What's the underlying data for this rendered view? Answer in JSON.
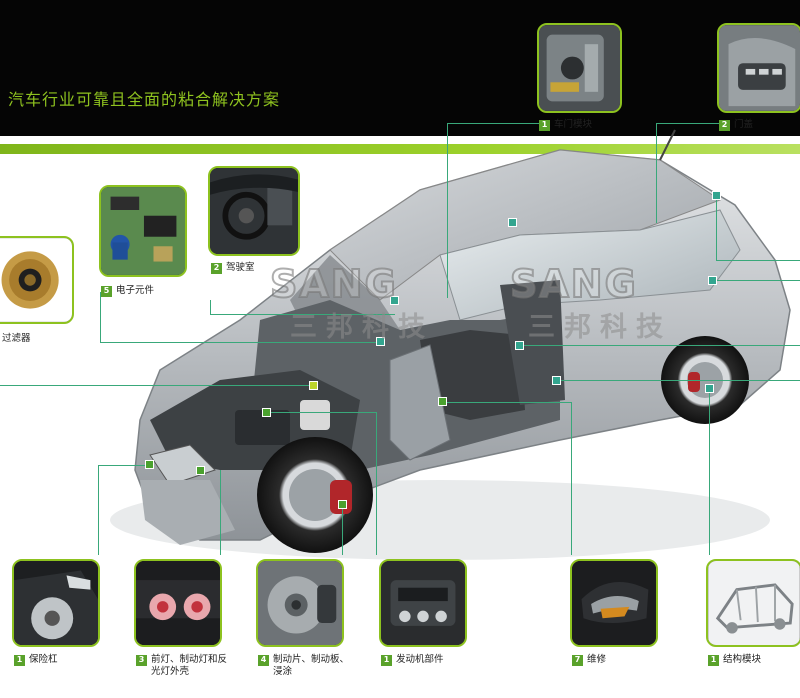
{
  "header": {
    "title": "汽车行业可靠且全面的粘合解决方案"
  },
  "colors": {
    "header_bg": "#050505",
    "accent_green": "#8dc21f",
    "title_green": "#8fc31f",
    "number_badge": "#5aa22b",
    "leader_teal": "#39a87a"
  },
  "watermark": {
    "latin": "SANG",
    "chinese": "三邦科技"
  },
  "callouts": {
    "door_module": {
      "num": "1",
      "label": "车门模块"
    },
    "door_trim": {
      "num": "2",
      "label": "门盖"
    },
    "cockpit": {
      "num": "2",
      "label": "驾驶室"
    },
    "electronics": {
      "num": "5",
      "label": "电子元件"
    },
    "filter": {
      "label": "过滤器"
    },
    "bumper": {
      "num": "1",
      "label": "保险杠"
    },
    "lamps": {
      "num": "3",
      "label": "前灯、制动灯和反光灯外壳"
    },
    "brakes": {
      "num": "4",
      "label": "制动片、制动板、浸涂"
    },
    "engine": {
      "num": "1",
      "label": "发动机部件"
    },
    "repair": {
      "num": "7",
      "label": "维修"
    },
    "structure": {
      "num": "1",
      "label": "结构模块"
    }
  }
}
